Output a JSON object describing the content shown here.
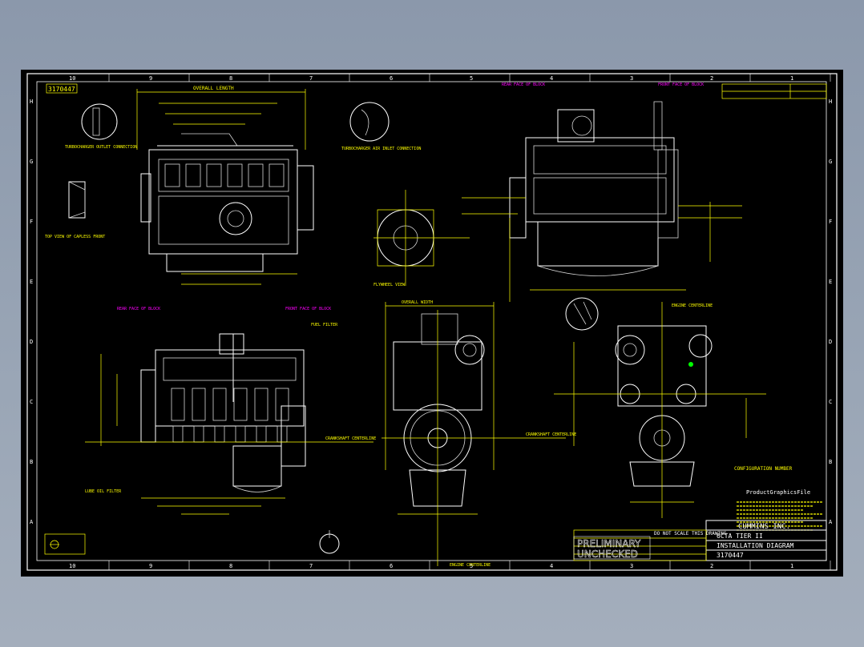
{
  "drawing": {
    "number": "3170447",
    "company": "CUMMINS INC.",
    "model": "6CTA TIER II",
    "title": "INSTALLATION DIAGRAM",
    "scale_note": "DO NOT SCALE THIS DRAWING",
    "stamp_preliminary": "PRELIMINARY",
    "stamp_unchecked": "UNCHECKED",
    "product_graphics": "ProductGraphicsFile",
    "config_note": "CONFIGURATION NUMBER",
    "overall_length": "OVERALL LENGTH",
    "overall_width": "OVERALL WIDTH",
    "engine_centerline": "ENGINE CENTERLINE",
    "crankshaft_centerline": "CRANKSHAFT CENTERLINE",
    "rear_face_block": "REAR FACE OF BLOCK",
    "front_face_block": "FRONT FACE OF BLOCK",
    "turbo_outlet": "TURBOCHARGER OUTLET CONNECTION",
    "turbo_inlet": "TURBOCHARGER AIR INLET CONNECTION",
    "flywheel_view": "FLYWHEEL VIEW",
    "top_view": "TOP VIEW OF CAPLESS FRONT",
    "fuel_filter": "FUEL FILTER",
    "oil_filter": "LUBE OIL FILTER",
    "column_labels_top": [
      "10",
      "9",
      "8",
      "7",
      "6",
      "5",
      "4",
      "3",
      "2",
      "1"
    ],
    "row_labels": [
      "H",
      "G",
      "F",
      "E",
      "D",
      "C",
      "B",
      "A"
    ]
  },
  "colors": {
    "background": "#000000",
    "linework": "#ffffff",
    "dimensions": "#ffff00",
    "callouts": "#ff00ff",
    "window_bg": "#8b98ab"
  }
}
